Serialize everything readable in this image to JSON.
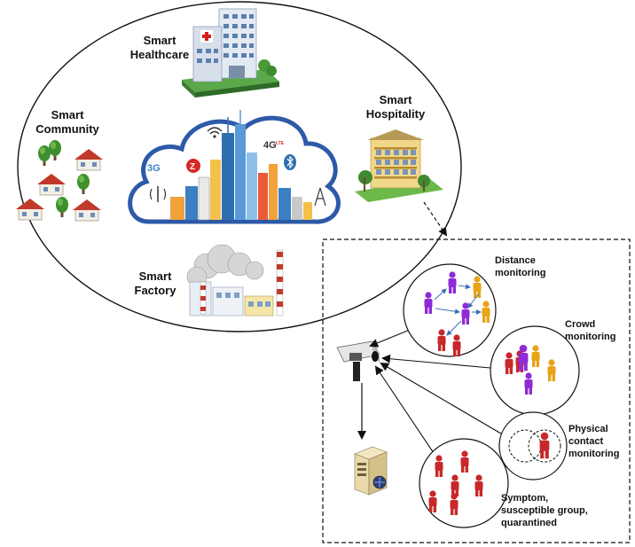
{
  "smart_city": {
    "healthcare": [
      "Smart",
      "Healthcare"
    ],
    "hospitality": [
      "Smart",
      "Hospitality"
    ],
    "community": [
      "Smart",
      "Community"
    ],
    "factory": [
      "Smart",
      "Factory"
    ],
    "cloud_badges": {
      "g3": "3G",
      "g4": "4G",
      "g4_sup": "LTE",
      "z": "Z"
    }
  },
  "monitoring": {
    "distance": [
      "Distance",
      "monitoring"
    ],
    "crowd": [
      "Crowd",
      "monitoring"
    ],
    "contact": [
      "Physical",
      "contact",
      "monitoring"
    ],
    "symptom": [
      "Symptom,",
      "susceptible group,",
      "quarantined"
    ]
  },
  "colors": {
    "person_red": "#c8282a",
    "person_purple": "#8e2bd6",
    "person_yellow": "#e8a317",
    "cloud_border": "#2d5aa8",
    "roof_red": "#c0392b"
  }
}
